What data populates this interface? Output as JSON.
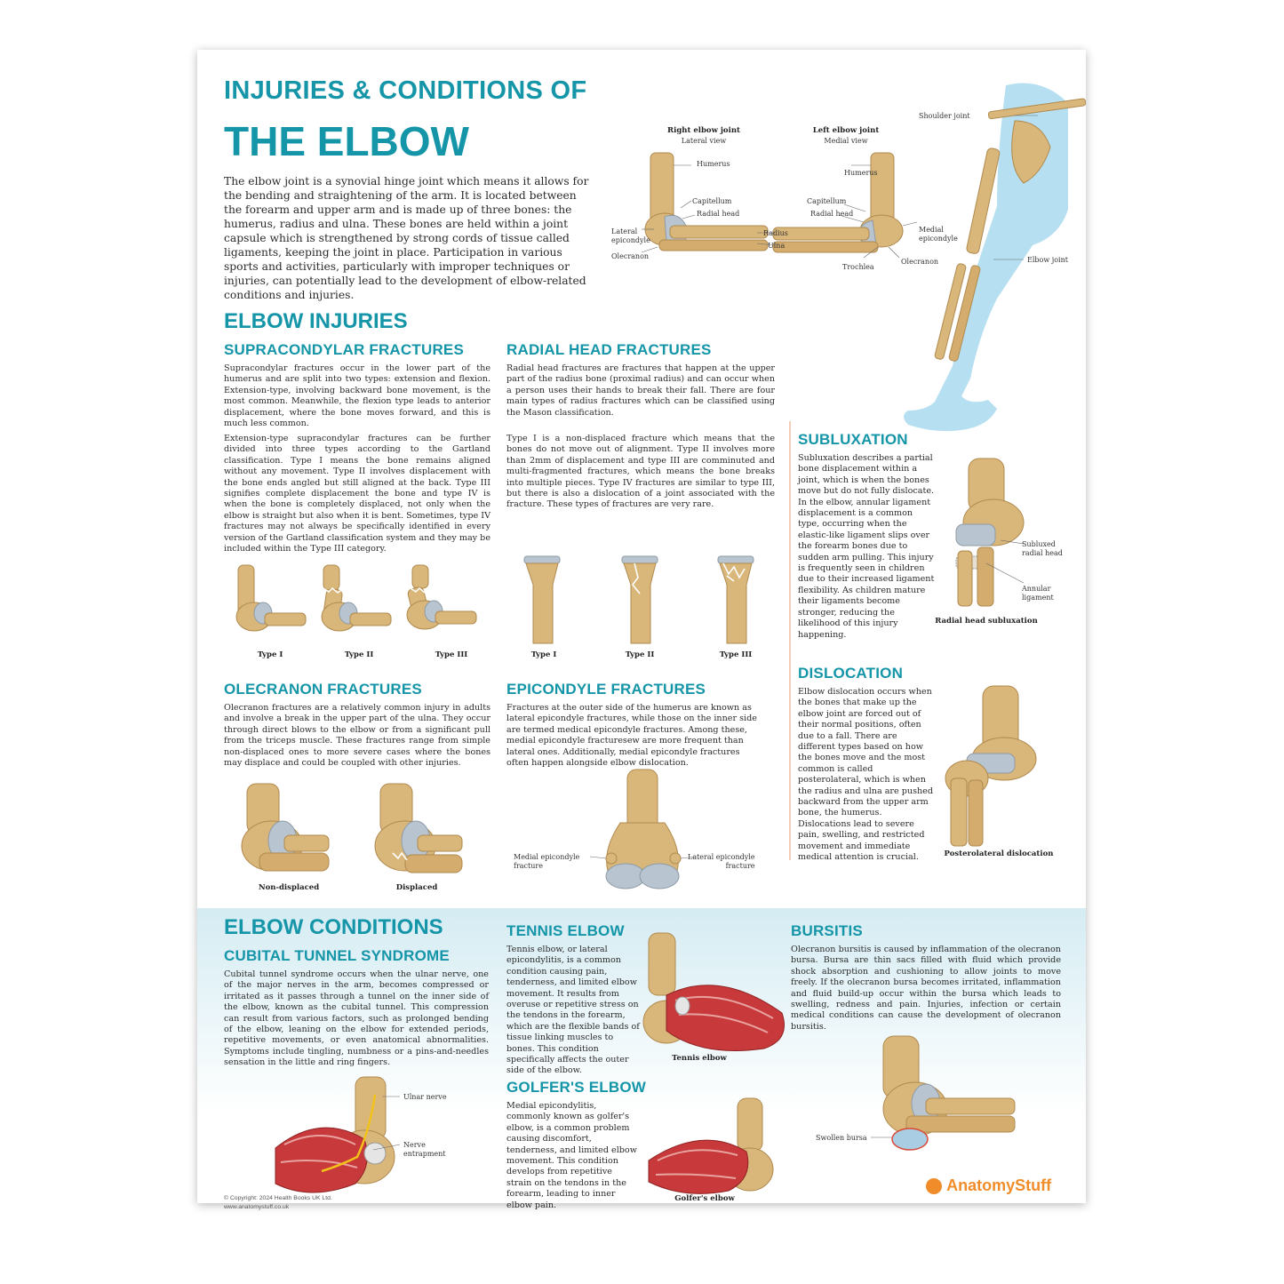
{
  "header": {
    "title_line1": "INJURIES & CONDITIONS OF",
    "title_line2": "THE ELBOW",
    "intro": "The elbow joint is a synovial hinge joint which means it allows for the bending and straightening of the arm. It is located between the forearm and upper arm and is made up of three bones: the humerus, radius and ulna. These bones are held within a joint capsule which is strengthened by strong cords of tissue called ligaments, keeping the joint in place. Participation in various sports and activities, particularly with improper techniques or injuries, can potentially lead to the development of elbow-related conditions and injuries."
  },
  "anatomy": {
    "right_title": "Right elbow joint",
    "right_sub": "Lateral view",
    "left_title": "Left elbow joint",
    "left_sub": "Medial view",
    "labels": {
      "humerus_r": "Humerus",
      "capitellum_r": "Capitellum",
      "radial_head_r": "Radial head",
      "lateral_epicondyle": "Lateral\nepicondyle",
      "olecranon_r": "Olecranon",
      "radius": "Radius",
      "ulna": "Ulna",
      "humerus_l": "Humerus",
      "capitellum_l": "Capitellum",
      "radial_head_l": "Radial head",
      "medial_epicondyle": "Medial\nepicondyle",
      "trochlea": "Trochlea",
      "olecranon_l": "Olecranon",
      "shoulder_joint": "Shoulder joint",
      "elbow_joint": "Elbow joint"
    }
  },
  "injuries": {
    "heading": "ELBOW INJURIES",
    "supracondylar": {
      "title": "SUPRACONDYLAR FRACTURES",
      "p1": "Supracondylar fractures occur in the lower part of the humerus and are split into two types: extension and flexion. Extension-type, involving backward bone movement, is the most common. Meanwhile, the flexion type leads to anterior displacement, where the bone moves forward, and this is much less common.",
      "p2": "Extension-type supracondylar fractures can be further divided into three types according to the Gartland classification. Type I means the bone remains aligned without any movement. Type II involves displacement with the bone ends angled but still aligned at the back. Type III signifies complete displacement the bone and type IV is when the bone is completely displaced, not only when the elbow is straight but also when it is bent. Sometimes, type IV fractures may not always be specifically identified in every version of the Gartland classification system and they may be included within the Type III category.",
      "captions": [
        "Type I",
        "Type II",
        "Type III"
      ]
    },
    "radial_head": {
      "title": "RADIAL HEAD FRACTURES",
      "p1": "Radial head fractures are fractures that happen at the upper part of the radius bone (proximal radius) and can occur when a person uses their hands to break their fall. There are four main types of radius fractures which can be classified using the Mason classification.",
      "p2": "Type I is a non-displaced fracture which means that the bones do not move out of alignment. Type II involves more than 2mm of displacement and type III are comminuted and multi-fragmented fractures, which means the bone breaks into multiple pieces. Type IV fractures are similar to type III, but there is also a dislocation of a joint associated with the fracture. These types of fractures are very rare.",
      "captions": [
        "Type I",
        "Type II",
        "Type III"
      ]
    },
    "subluxation": {
      "title": "SUBLUXATION",
      "text": "Subluxation describes a partial bone displacement within a joint, which is when the bones move but do not fully dislocate. In the elbow, annular ligament displacement is a common type, occurring when the elastic-like ligament slips over the forearm bones due to sudden arm pulling. This injury is frequently seen in children due to their increased ligament flexibility. As children mature their ligaments become stronger, reducing the likelihood of this injury happening.",
      "label_head": "Subluxed\nradial head",
      "label_lig": "Annular\nligament",
      "caption": "Radial head subluxation"
    },
    "dislocation": {
      "title": "DISLOCATION",
      "text": "Elbow dislocation occurs when the bones that make up the elbow joint are forced out of their normal positions, often due to a fall. There are different types based on how the bones move and the most common is called posterolateral, which is when the radius and ulna are pushed backward from the upper arm bone, the humerus. Dislocations lead to severe pain, swelling, and restricted movement and immediate medical attention is crucial.",
      "caption": "Posterolateral dislocation"
    },
    "olecranon": {
      "title": "OLECRANON FRACTURES",
      "text": "Olecranon fractures are a relatively common injury in adults and involve a break in the upper part of the ulna. They occur through direct blows to the elbow or from a significant pull from the triceps muscle. These fractures range from simple non-displaced ones to more severe cases where the bones may displace and could be coupled with other injuries.",
      "captions": [
        "Non-displaced",
        "Displaced"
      ]
    },
    "epicondyle": {
      "title": "EPICONDYLE FRACTURES",
      "text": "Fractures at the outer side of the humerus are known as lateral epicondyle fractures, while those on the inner side are termed medical epicondyle fractures. Among these, medial epicondyle fracturesew are more frequent than lateral ones. Additionally, medial epicondyle fractures often happen alongside elbow dislocation.",
      "label_medial": "Medial epicondyle\nfracture",
      "label_lateral": "Lateral epicondyle\nfracture"
    }
  },
  "conditions": {
    "heading": "ELBOW CONDITIONS",
    "cubital": {
      "title": "CUBITAL TUNNEL SYNDROME",
      "text": "Cubital tunnel syndrome occurs when the ulnar nerve, one of the major nerves in the arm, becomes compressed or irritated as it passes through a tunnel on the inner side of the elbow, known as the cubital tunnel. This compression can result from various factors, such as prolonged bending of the elbow, leaning on the elbow for extended periods, repetitive movements, or even anatomical abnormalities. Symptoms include tingling, numbness or a pins-and-needles sensation in the little and ring fingers.",
      "label_nerve": "Ulnar nerve",
      "label_entrap": "Nerve\nentrapment"
    },
    "tennis": {
      "title": "TENNIS ELBOW",
      "text": "Tennis elbow, or lateral epicondylitis, is a common condition causing pain, tenderness, and limited elbow movement. It results from overuse or repetitive stress on the tendons in the forearm, which are the flexible bands of tissue linking muscles to bones. This condition specifically affects the outer side of the elbow.",
      "caption": "Tennis elbow"
    },
    "golfers": {
      "title": "GOLFER'S ELBOW",
      "text": "Medial epicondylitis, commonly known as golfer's elbow, is a common problem causing discomfort, tenderness, and limited elbow movement. This condition develops from repetitive strain on the tendons in the forearm, leading to inner elbow pain.",
      "caption": "Golfer's elbow"
    },
    "bursitis": {
      "title": "BURSITIS",
      "text": "Olecranon bursitis is caused by inflammation of the olecranon bursa. Bursa are thin sacs filled with fluid which provide shock absorption and cushioning to allow joints to move freely. If the olecranon bursa becomes irritated, inflammation and fluid build-up occur within the bursa which leads to swelling, redness and pain. Injuries, infection or certain medical conditions can cause the development of olecranon bursitis.",
      "label": "Swollen bursa"
    }
  },
  "footer": {
    "copyright": "© Copyright: 2024 Health Books UK Ltd.",
    "website": "www.anatomystuff.co.uk",
    "logo": "AnatomyStuff"
  },
  "colors": {
    "teal": "#1595a8",
    "bone": "#d9b67a",
    "cartilage": "#b8c4cf",
    "muscle": "#c7393a",
    "arm": "#a9dbee"
  }
}
